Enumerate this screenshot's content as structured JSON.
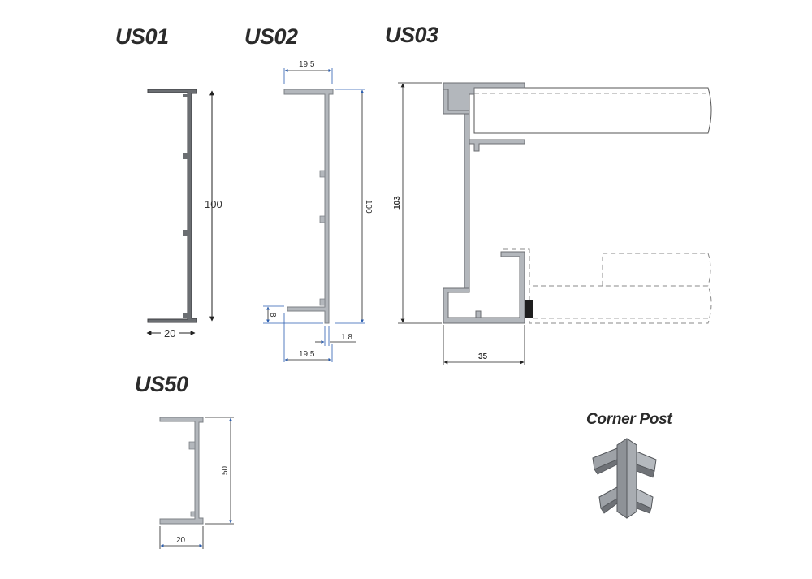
{
  "titles": {
    "us01": "US01",
    "us02": "US02",
    "us03": "US03",
    "us50": "US50",
    "corner_post": "Corner Post"
  },
  "dimensions": {
    "us01_height": "100",
    "us01_width": "20",
    "us02_top_width": "19.5",
    "us02_height": "100",
    "us02_lip": "8",
    "us02_gap": "1.8",
    "us02_bottom_width": "19.5",
    "us03_height": "103",
    "us03_width": "35",
    "us50_height": "50",
    "us50_width": "20"
  },
  "colors": {
    "profile_dark": "#6b6e72",
    "profile_light": "#b3b7bc",
    "dimension_line": "#222222",
    "dimension_blue": "#2a5db0",
    "text": "#2b2b2b"
  }
}
